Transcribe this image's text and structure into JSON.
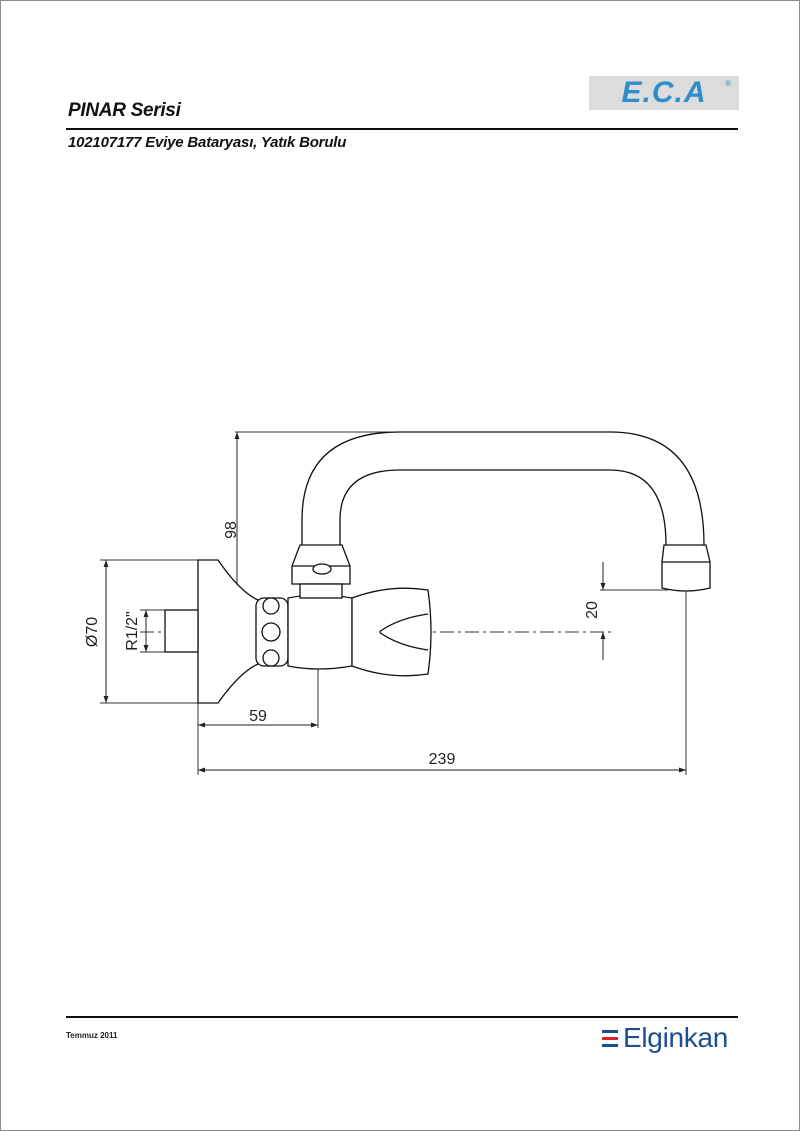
{
  "header": {
    "series": "PINAR Serisi",
    "product": "102107177 Eviye Bataryası, Yatık Borulu",
    "logo": "E.C.A",
    "logo_mark": "®"
  },
  "drawing": {
    "dimensions": {
      "height": "98",
      "diameter": "Ø70",
      "thread": "R1/2\"",
      "offset": "59",
      "length": "239",
      "spout_drop": "20"
    }
  },
  "footer": {
    "date": "Temmuz 2011",
    "brand": "Elginkan"
  },
  "colors": {
    "logo_blue": "#2e8ec9",
    "brand_blue": "#1d4f8f",
    "brand_red": "#d7262e"
  }
}
